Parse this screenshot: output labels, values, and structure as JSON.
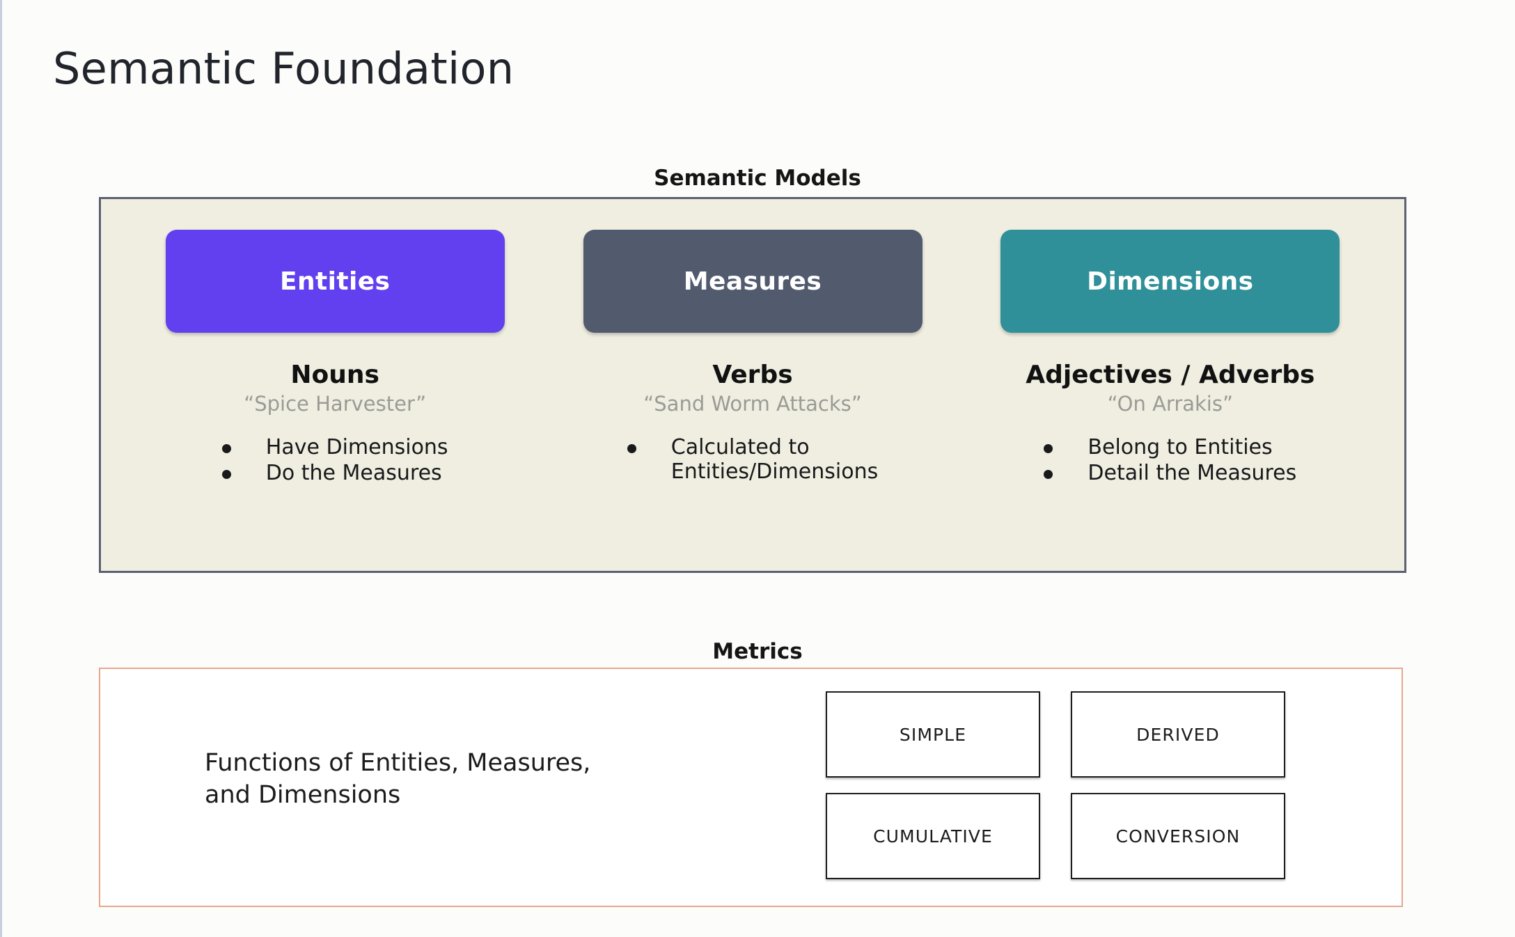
{
  "page": {
    "title": "Semantic Foundation",
    "background_color": "#fcfdfb"
  },
  "semantic_models": {
    "caption": "Semantic Models",
    "panel_background": "#efeee1",
    "panel_border_color": "#5b6070",
    "columns": [
      {
        "chip_label": "Entities",
        "chip_color": "#6240ef",
        "part_of_speech": "Nouns",
        "example": "“Spice Harvester”",
        "bullets": [
          "Have Dimensions",
          "Do the Measures"
        ]
      },
      {
        "chip_label": "Measures",
        "chip_color": "#525a6e",
        "part_of_speech": "Verbs",
        "example": "“Sand Worm Attacks”",
        "bullets": [
          "Calculated to\nEntities/Dimensions"
        ]
      },
      {
        "chip_label": "Dimensions",
        "chip_color": "#2f9099",
        "part_of_speech": "Adjectives / Adverbs",
        "example": "“On Arrakis”",
        "bullets": [
          "Belong to Entities",
          "Detail the Measures"
        ]
      }
    ]
  },
  "metrics": {
    "caption": "Metrics",
    "panel_border_color": "#e8a68c",
    "description": "Functions of Entities, Measures,\nand Dimensions",
    "types": [
      "SIMPLE",
      "DERIVED",
      "CUMULATIVE",
      "CONVERSION"
    ]
  }
}
